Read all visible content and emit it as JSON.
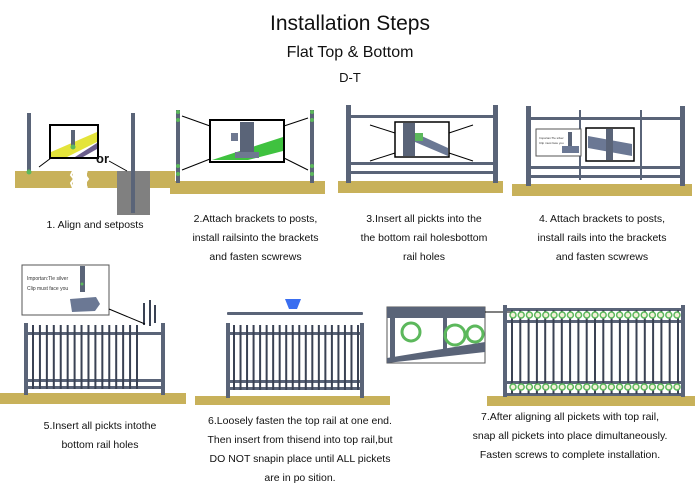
{
  "header": {
    "title": "Installation  Steps",
    "subtitle": "Flat Top & Bottom",
    "model": "D-T"
  },
  "colors": {
    "ground": "#c8b15a",
    "metal": "#5a6478",
    "bracket": "#5cb85c",
    "highlight": "#e4e43a",
    "grass": "#3fc23f",
    "arrow": "#3a6ef0"
  },
  "steps": [
    {
      "caption": [
        "1. Align and setposts"
      ],
      "inset_label": "or"
    },
    {
      "caption": [
        "2.Attach brackets to posts,",
        "install railsinto the brackets",
        "and fasten scwrews"
      ]
    },
    {
      "caption": [
        "3.Insert all pickts into the",
        "the bottom rail holesbottom",
        "rail holes"
      ]
    },
    {
      "caption": [
        "4. Attach brackets to posts,",
        "install rails into the brackets",
        "and fasten scwrews"
      ],
      "inset_note": [
        "Importan:Tle silver",
        "Clip must face you"
      ]
    },
    {
      "caption": [
        "5.Insert all pickts intothe",
        "bottom rail holes"
      ],
      "inset_note": [
        "Importan:Tle silver",
        "Clip must face you"
      ]
    },
    {
      "caption": [
        "6.Loosely fasten the top rail at one end.",
        "Then insert from thisend into top rail,but",
        "DO NOT snapin place until ALL pickets",
        "are in po sition."
      ]
    },
    {
      "caption": [
        "7.After aligning all pickets with top rail,",
        "snap all pickets into place dimultaneously.",
        "Fasten screws to complete installation."
      ]
    }
  ]
}
